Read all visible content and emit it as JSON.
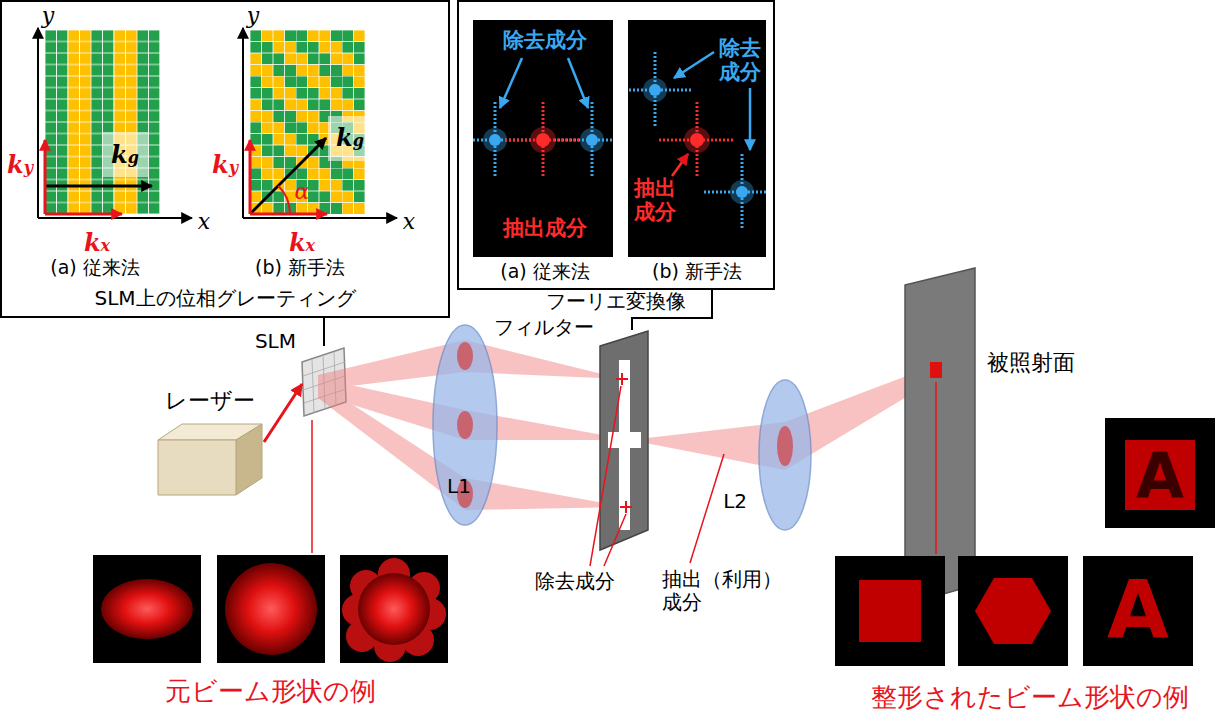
{
  "diagram": {
    "nodes": [
      {
        "text": [
          "SLM上の位相グレーティング"
        ]
      },
      {
        "text": [
          "フーリエ変換像"
        ]
      },
      {
        "text": [
          "レーザー"
        ]
      },
      {
        "text": [
          "SLM"
        ]
      },
      {
        "text": [
          "L1"
        ]
      },
      {
        "text": [
          "フィルター"
        ]
      },
      {
        "text": [
          "L2"
        ]
      },
      {
        "text": [
          "被照射面"
        ]
      }
    ],
    "edges": [
      {
        "from": 0,
        "to": 3,
        "arrow": "to"
      },
      {
        "from": 1,
        "to": 5,
        "arrow": "to"
      },
      {
        "from": 2,
        "to": 3,
        "arrow": "to"
      }
    ],
    "labels": [
      "y",
      "x",
      "ky",
      "kx",
      "kg",
      "(a) 従来法",
      "y",
      "x",
      "ky",
      "kx",
      "kg",
      "α",
      "(b) 新手法",
      "除去成分",
      "抽出成分",
      "(a) 従来法",
      "除去成分",
      "抽出成分",
      "(b) 新手法",
      "除去成分",
      "抽出（利用）成分",
      "元ビーム形状の例",
      "A",
      "A",
      "整形されたビーム形状の例"
    ]
  }
}
